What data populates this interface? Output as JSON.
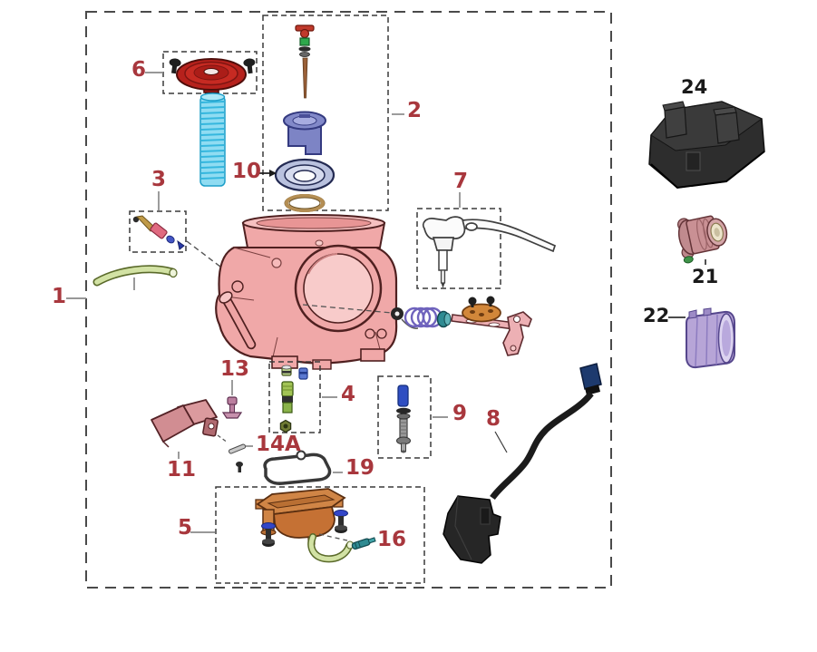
{
  "diagram": {
    "type": "exploded-parts-diagram",
    "subject": "carburetor-assembly"
  },
  "callouts": {
    "c1": {
      "label": "1"
    },
    "c2": {
      "label": "2"
    },
    "c3": {
      "label": "3"
    },
    "c4": {
      "label": "4"
    },
    "c5": {
      "label": "5"
    },
    "c6": {
      "label": "6"
    },
    "c7": {
      "label": "7"
    },
    "c8": {
      "label": "8"
    },
    "c9": {
      "label": "9"
    },
    "c10": {
      "label": "10"
    },
    "c11": {
      "label": "11"
    },
    "c13": {
      "label": "13"
    },
    "c14a": {
      "label": "14A"
    },
    "c16": {
      "label": "16"
    },
    "c19": {
      "label": "19"
    },
    "c21": {
      "label": "21"
    },
    "c22": {
      "label": "22"
    },
    "c24": {
      "label": "24"
    }
  },
  "palette": {
    "callout_red": "#a8373d",
    "callout_black": "#1a1a1a",
    "leader_gray": "#8a8a8a",
    "dash_border": "#4a4a4a",
    "carb_body_pink": "#f0a8a8",
    "cover_red": "#b6211c",
    "slide_spring_cyan": "#8fdcf2",
    "piston_purple": "#8289c9",
    "diaphragm_lavender": "#b9c1de",
    "brass_ring": "#b48e54",
    "hose_green": "#d2e2a4",
    "jet_green": "#a2c455",
    "jet_blue": "#5a78d0",
    "needle_valve_pink": "#e06a80",
    "float_pink": "#d18d92",
    "bowl_orange": "#c57134",
    "drain_screw_teal": "#2f8b92",
    "idle_cap_blue": "#2f4ec2",
    "cable_black": "#1b1b1b",
    "connector_navy": "#1d3a6e",
    "mount_black": "#2d2d2d",
    "adapter_mauve": "#c99094",
    "boot_lavender": "#b7a5d7",
    "linkage_spring_purple": "#6f63bd",
    "plate_orange": "#d2873a"
  }
}
